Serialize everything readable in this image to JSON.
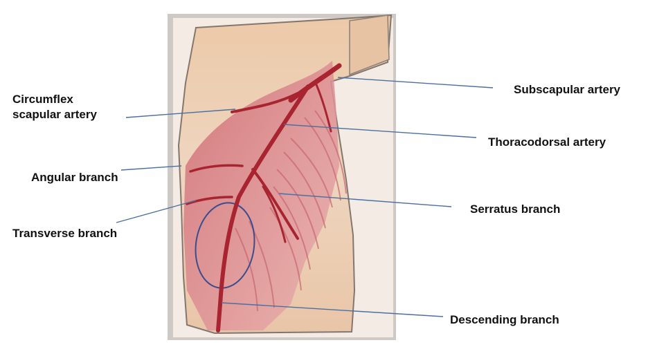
{
  "labels": {
    "circumflex_line1": "Circumflex",
    "circumflex_line2": "scapular artery",
    "angular": "Angular branch",
    "transverse": "Transverse branch",
    "subscapular": "Subscapular artery",
    "thoracodorsal": "Thoracodorsal artery",
    "serratus": "Serratus branch",
    "descending": "Descending branch"
  },
  "colors": {
    "background": "#ffffff",
    "leader_line": "#4a6fa0",
    "artery": "#a82430",
    "muscle": "#d9848c",
    "skin": "#e9c7a6",
    "skin_paper": "#f2e4d6",
    "vein": "#3a4c8e",
    "border_pencil": "#7c7068"
  }
}
